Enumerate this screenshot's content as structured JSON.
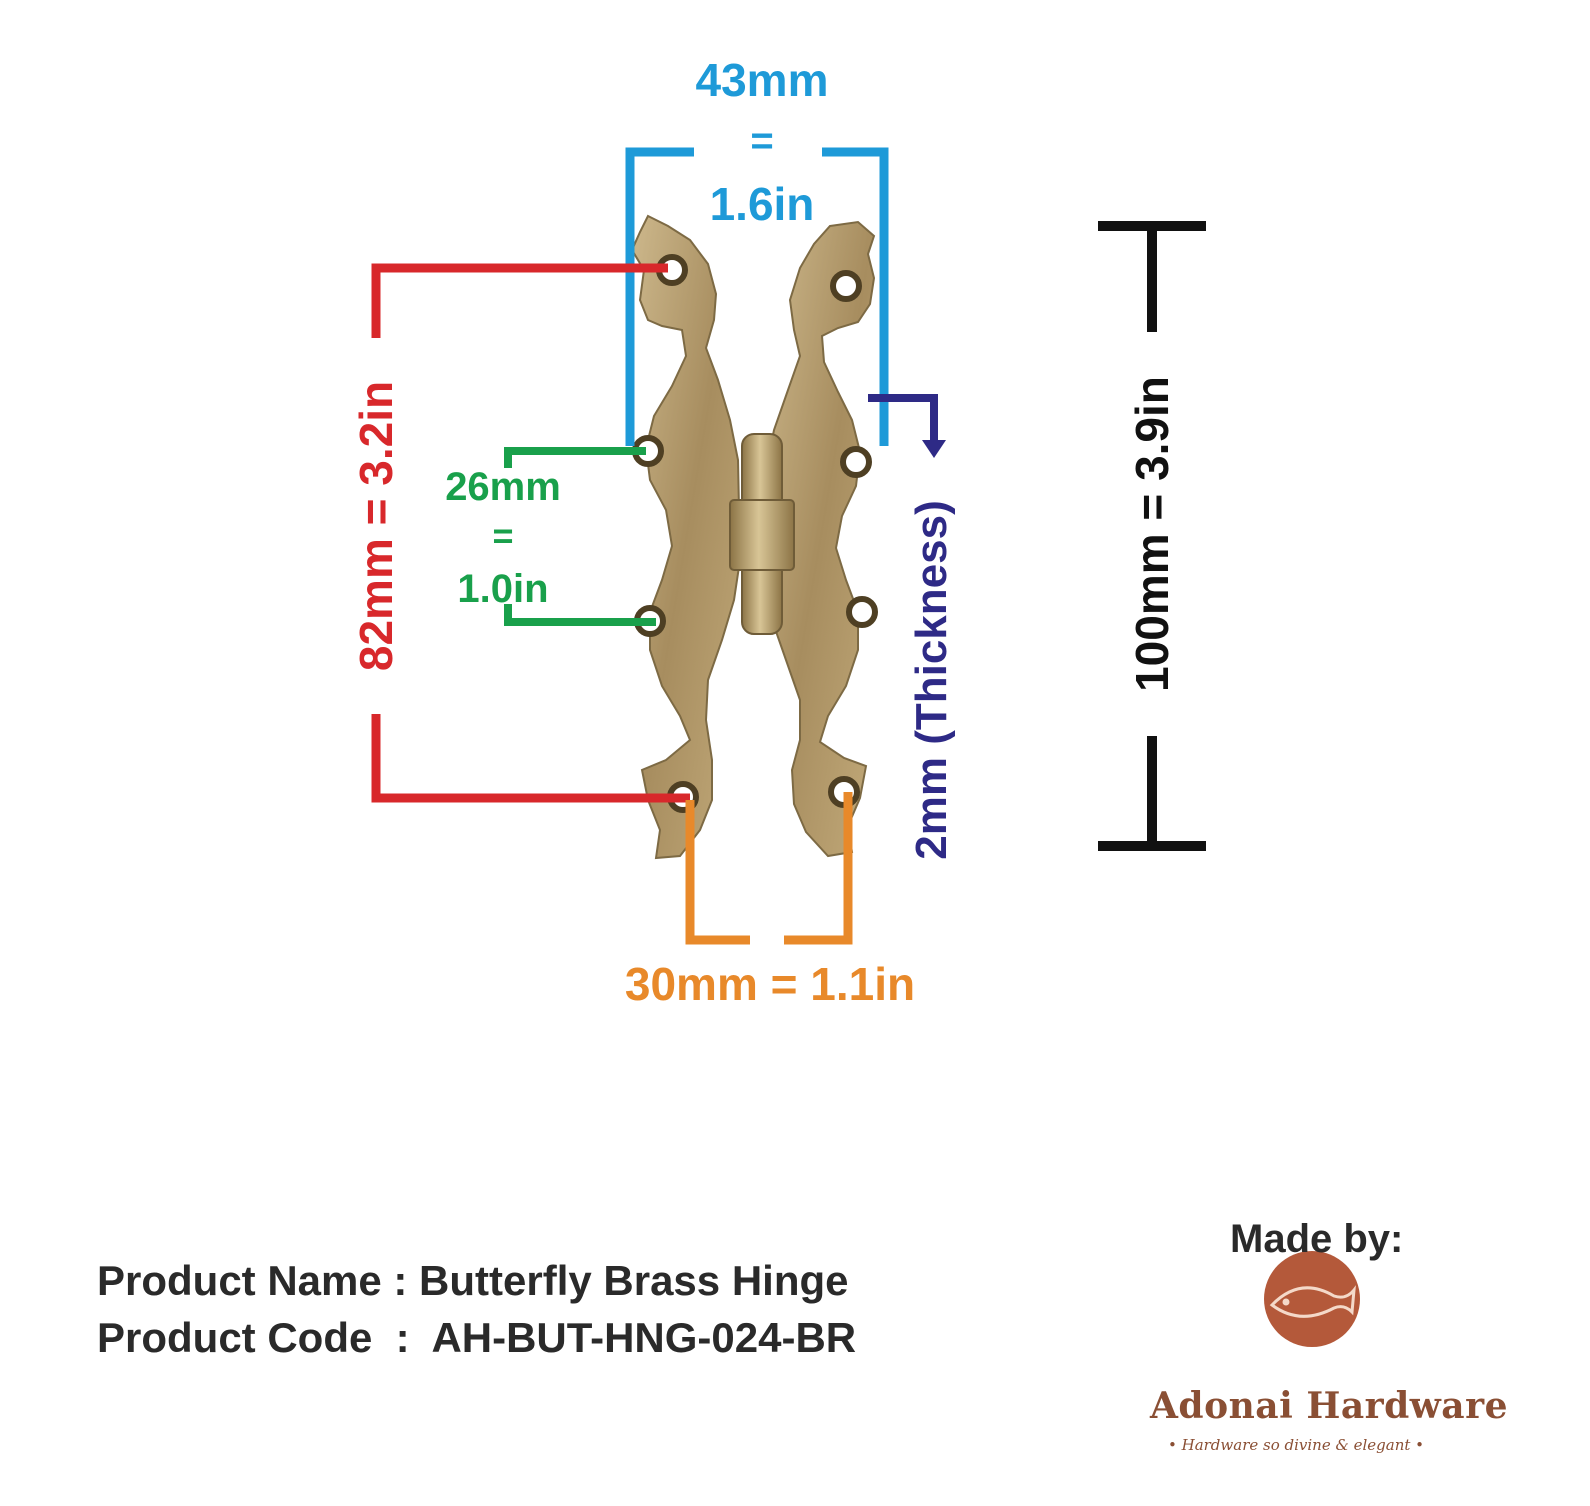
{
  "dimensions": {
    "width_top": {
      "mm": "43mm",
      "eq": "=",
      "inch": "1.6in",
      "color": "#1e9ad8"
    },
    "hole_span": {
      "label": "82mm = 3.2in",
      "color": "#d8282b"
    },
    "hole_pitch": {
      "mm": "26mm",
      "eq": "=",
      "inch": "1.0in",
      "color": "#19a04b"
    },
    "thickness": {
      "label": "2mm (Thickness)",
      "color": "#2e2a86"
    },
    "height": {
      "label": "100mm = 3.9in",
      "color": "#111111"
    },
    "hole_width": {
      "label": "30mm = 1.1in",
      "color": "#e8892a"
    }
  },
  "hinge_color": "#b49a6c",
  "product": {
    "name_line": "Product Name : Butterfly Brass Hinge",
    "code_line": "Product Code  :  AH-BUT-HNG-024-BR"
  },
  "maker": {
    "made_by": "Made by:",
    "brand": "Adonai Hardware",
    "tagline": "• Hardware so divine & elegant •",
    "logo_icon": "fish-icon",
    "logo_color": "#b4593a"
  }
}
